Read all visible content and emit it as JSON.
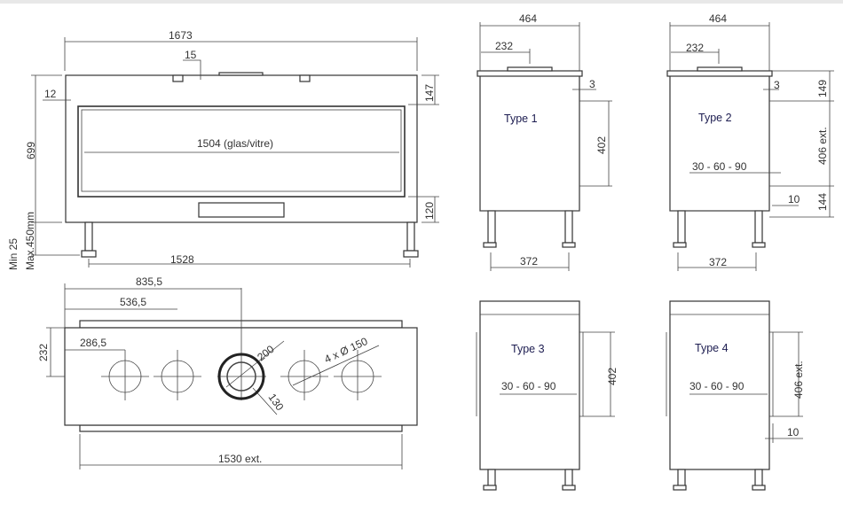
{
  "front": {
    "width": "1673",
    "pipe_offset": "15",
    "side": "12",
    "height": "699",
    "top": "147",
    "bottom": "120",
    "glass": "1504 (glas/vitre)",
    "legs": "1528",
    "leg_min": "Min 25",
    "leg_max": "Max.450mm"
  },
  "top": {
    "d1": "835,5",
    "d2": "536,5",
    "d3": "286,5",
    "depth": "232",
    "ext": "1530 ext.",
    "d_outer": "200",
    "d_inner": "130",
    "holes": "4 x Ø 150"
  },
  "type1": {
    "label": "Type 1",
    "width": "464",
    "half": "232",
    "gap": "3",
    "h": "402",
    "legs": "372"
  },
  "type2": {
    "label": "Type 2",
    "width": "464",
    "half": "232",
    "gap": "3",
    "top": "149",
    "h": "406 ext.",
    "bottom": "144",
    "angles": "30 - 60 - 90",
    "offset": "10",
    "legs": "372"
  },
  "type3": {
    "label": "Type 3",
    "angles": "30 - 60 - 90",
    "h": "402"
  },
  "type4": {
    "label": "Type 4",
    "angles": "30 - 60 - 90",
    "h": "406 ext.",
    "offset": "10"
  },
  "colors": {
    "line": "#444444",
    "label": "#1c1c50"
  }
}
